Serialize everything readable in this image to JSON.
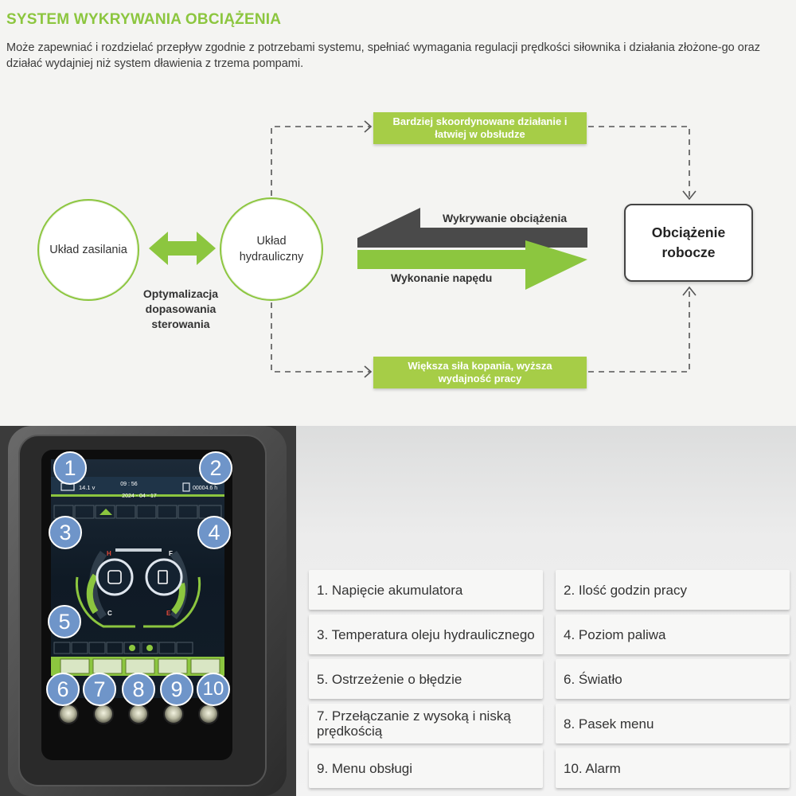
{
  "header": {
    "title": "SYSTEM WYKRYWANIA OBCIĄŻENIA",
    "description": "Może zapewniać i rozdzielać przepływ zgodnie z potrzebami systemu, spełniać wymagania regulacji prędkości siłownika i działania złożone-go oraz działać wydajniej niż system dławienia z trzema pompami."
  },
  "diagram": {
    "power_system": "Układ zasilania",
    "hydraulic_system": "Układ hydrauliczny",
    "optimization": "Optymalizacja dopasowania sterowania",
    "top_benefit": "Bardziej skoordynowane działanie i łatwiej w obsłudze",
    "bottom_benefit": "Większa siła kopania, wyższa wydajność pracy",
    "load_detection": "Wykrywanie obciążenia",
    "drive_execution": "Wykonanie napędu",
    "working_load": "Obciążenie robocze"
  },
  "colors": {
    "accent": "#8cc63f",
    "box": "#a6cd47",
    "dark_arrow": "#4a4a4a",
    "marker": "#6f95c9"
  },
  "display": {
    "voltage": "14.1 v",
    "time": "09 : 56",
    "date": "2024 - 04 - 17",
    "hours": "00004.6 h",
    "temp_gauge": {
      "hot": "H",
      "cold": "C"
    },
    "fuel_gauge": {
      "full": "F",
      "empty": "E"
    },
    "markers": [
      "1",
      "2",
      "3",
      "4",
      "5",
      "6",
      "7",
      "8",
      "9",
      "10"
    ]
  },
  "legend": [
    "1. Napięcie akumulatora",
    "2. Ilość godzin pracy",
    "3. Temperatura oleju hydraulicznego",
    "4. Poziom paliwa",
    "5. Ostrzeżenie o błędzie",
    "6. Światło",
    "7. Przełączanie z wysoką i niską prędkością",
    "8.  Pasek menu",
    "9. Menu obsługi",
    "10. Alarm"
  ]
}
